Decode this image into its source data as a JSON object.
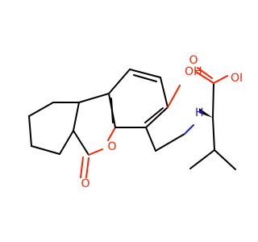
{
  "molecule": {
    "atom_labels": {
      "phenol_oh": "OH",
      "ring_oxygen": "O",
      "carbonyl_oxygen": "O",
      "amine_nh": "H",
      "acid_oh": "OH",
      "acid_carbonyl_o": "O"
    },
    "colors": {
      "carbon_bond": "#000000",
      "oxygen": "#ff2200",
      "nitrogen": "#1f1fdd",
      "background": "#ffffff"
    }
  }
}
